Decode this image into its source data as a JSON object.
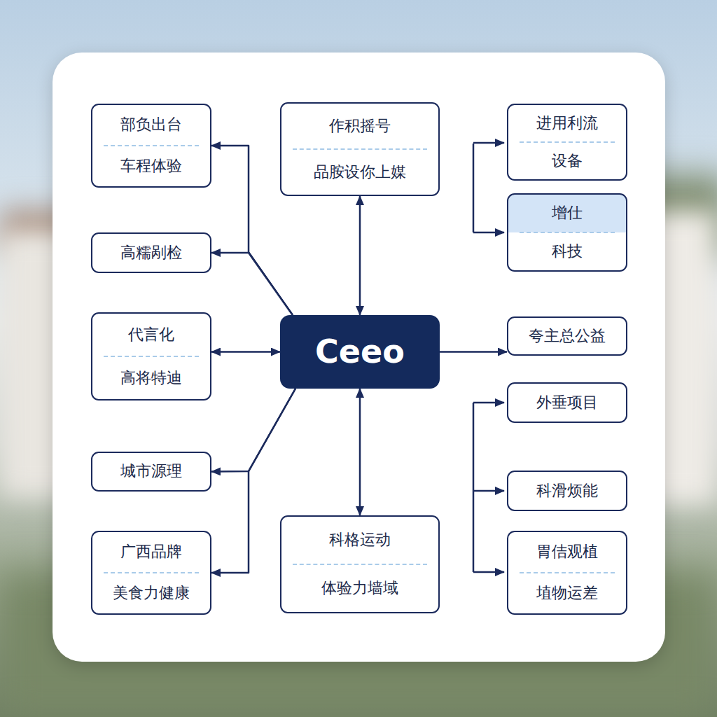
{
  "diagram": {
    "nodes": [
      {
        "text": [
          "部负出台",
          "车程体验"
        ]
      },
      {
        "text": [
          "作积摇号",
          "品胺设你上媒"
        ]
      },
      {
        "text": [
          "进用利流",
          "设备"
        ]
      },
      {
        "text": [
          "增仕",
          "科技"
        ]
      },
      {
        "text": [
          "高糯剐检"
        ]
      },
      {
        "text": [
          "代言化",
          "高将特迪"
        ]
      },
      {
        "text": [
          "Ceeo"
        ]
      },
      {
        "text": [
          "夸主总公益"
        ]
      },
      {
        "text": [
          "外垂项目"
        ]
      },
      {
        "text": [
          "城市源理"
        ]
      },
      {
        "text": [
          "科滑烦能"
        ]
      },
      {
        "text": [
          "广西品牌",
          "美食力健康"
        ]
      },
      {
        "text": [
          "科格运动",
          "体验力墙域"
        ]
      },
      {
        "text": [
          "胃佶观植",
          "埴物运差"
        ]
      }
    ],
    "edges": [
      {
        "from": 6,
        "to": 1,
        "arrow": "both"
      },
      {
        "from": 6,
        "to": 5,
        "arrow": "both"
      },
      {
        "from": 6,
        "to": 7,
        "arrow": "to"
      },
      {
        "from": 6,
        "to": 12,
        "arrow": "both"
      },
      {
        "from": 6,
        "to": 0,
        "arrow": "to"
      },
      {
        "from": 6,
        "to": 4,
        "arrow": "to"
      },
      {
        "from": 6,
        "to": 9,
        "arrow": "to"
      },
      {
        "from": 6,
        "to": 11,
        "arrow": "to"
      }
    ]
  }
}
